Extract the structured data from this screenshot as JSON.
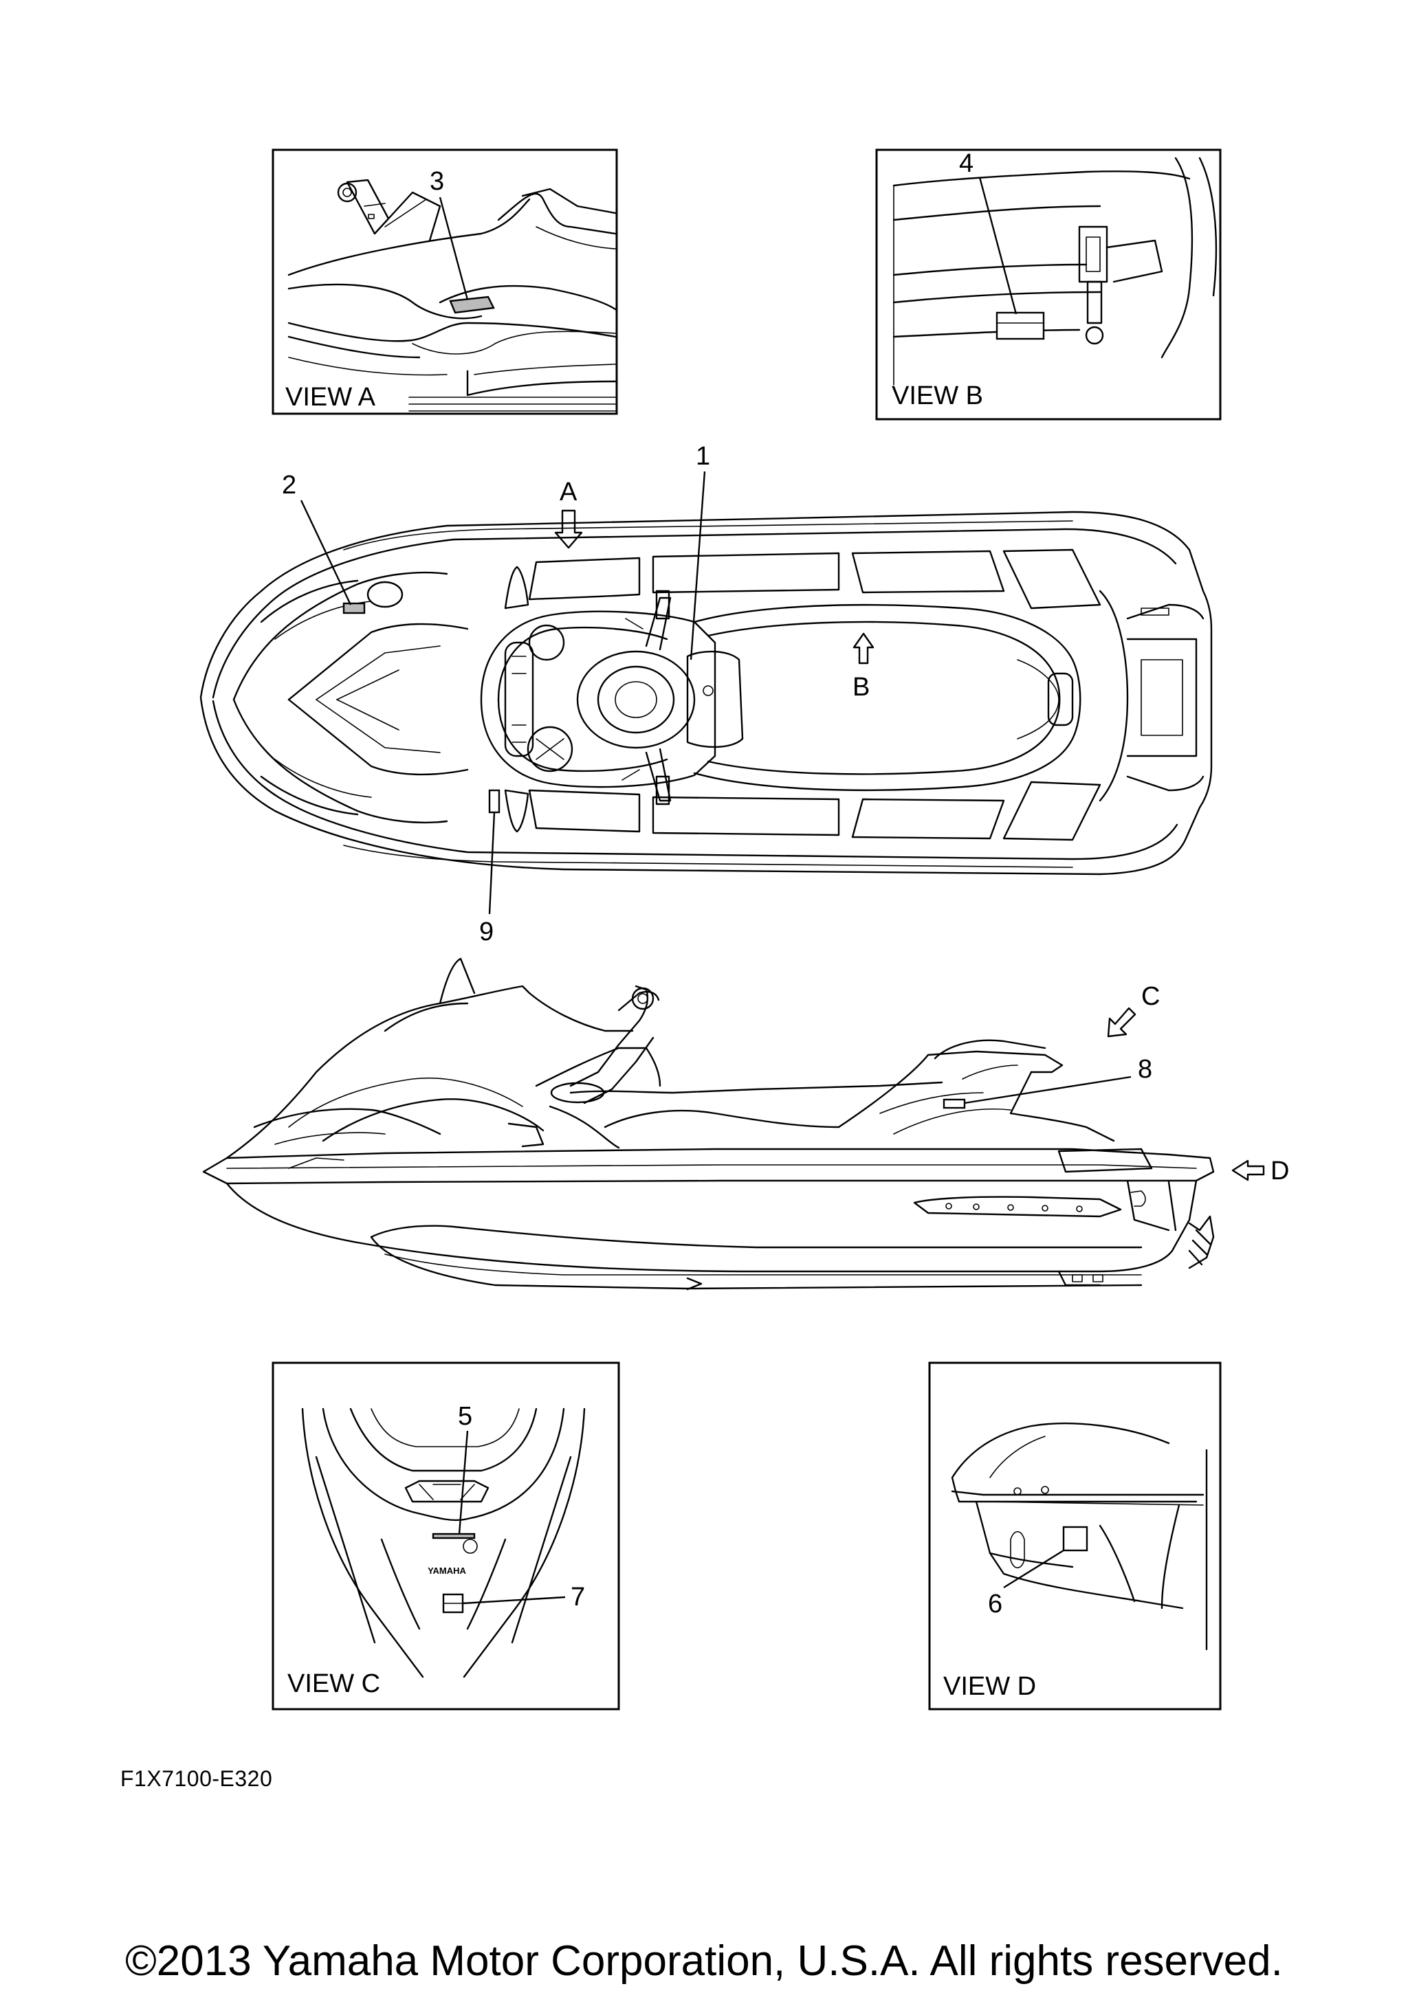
{
  "views": {
    "a": "VIEW A",
    "b": "VIEW B",
    "c": "VIEW C",
    "d": "VIEW D"
  },
  "callouts": {
    "n1": "1",
    "n2": "2",
    "n3": "3",
    "n4": "4",
    "n5": "5",
    "n6": "6",
    "n7": "7",
    "n8": "8",
    "n9": "9"
  },
  "arrows": {
    "a": "A",
    "b": "B",
    "c": "C",
    "d": "D"
  },
  "decal_text": "YAMAHA",
  "diagram_code": "F1X7100-E320",
  "copyright": "©2013 Yamaha Motor Corporation, U.S.A. All rights reserved."
}
